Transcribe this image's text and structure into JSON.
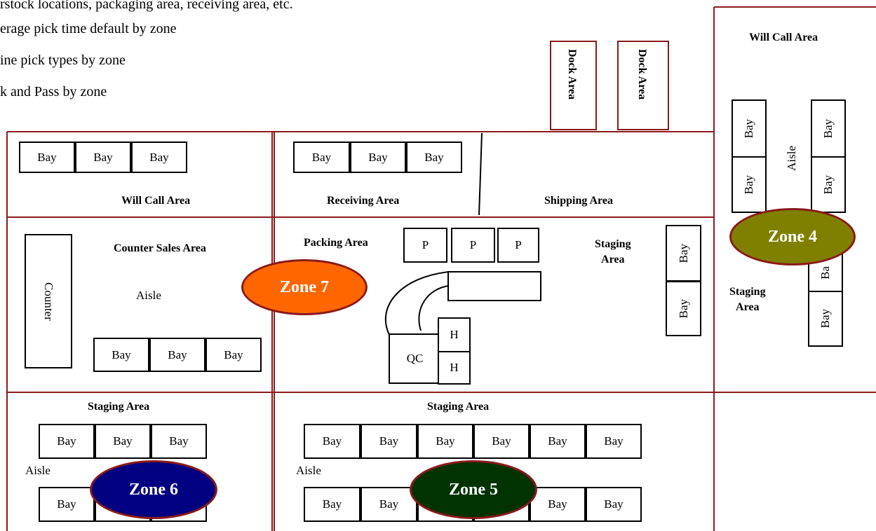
{
  "bullets": [
    "rstock locations, packaging area, receiving area, etc.",
    "erage pick time default by zone",
    "ine pick types by zone",
    "k and Pass by zone"
  ],
  "labels": {
    "dock_area": "Dock Area",
    "will_call_area": "Will Call Area",
    "receiving_area": "Receiving Area",
    "shipping_area": "Shipping Area",
    "counter_sales_area": "Counter Sales Area",
    "packing_area": "Packing Area",
    "staging_area": "Staging Area",
    "staging_line1": "Staging",
    "staging_line2": "Area",
    "aisle": "Aisle",
    "counter": "Counter",
    "bay": "Bay",
    "bay_partial": "Ba",
    "p": "P",
    "h": "H",
    "qc": "QC"
  },
  "zones": [
    {
      "label": "Zone 7",
      "color": "#ff6600"
    },
    {
      "label": "Zone 4",
      "color": "#808000"
    },
    {
      "label": "Zone 6",
      "color": "#000080"
    },
    {
      "label": "Zone 5",
      "color": "#003300"
    }
  ],
  "colors": {
    "wall": "#8b1a1a"
  }
}
